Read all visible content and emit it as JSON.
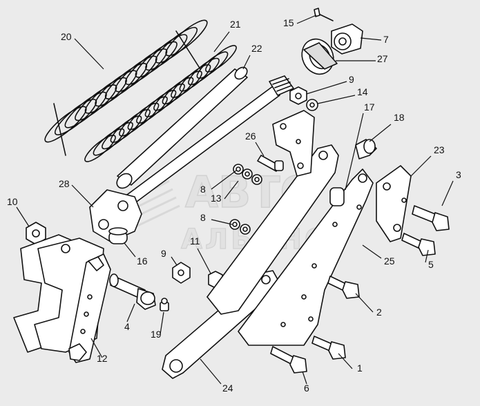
{
  "watermark": {
    "line1": "АВТО",
    "line2": "АЛЬЯНС"
  },
  "callouts": [
    {
      "label": "1"
    },
    {
      "label": "2"
    },
    {
      "label": "3"
    },
    {
      "label": "4"
    },
    {
      "label": "5"
    },
    {
      "label": "6"
    },
    {
      "label": "7"
    },
    {
      "label": "8"
    },
    {
      "label": "8"
    },
    {
      "label": "9"
    },
    {
      "label": "9"
    },
    {
      "label": "10"
    },
    {
      "label": "11"
    },
    {
      "label": "12"
    },
    {
      "label": "13"
    },
    {
      "label": "14"
    },
    {
      "label": "15"
    },
    {
      "label": "16"
    },
    {
      "label": "17"
    },
    {
      "label": "18"
    },
    {
      "label": "19"
    },
    {
      "label": "20"
    },
    {
      "label": "21"
    },
    {
      "label": "22"
    },
    {
      "label": "23"
    },
    {
      "label": "24"
    },
    {
      "label": "25"
    },
    {
      "label": "26"
    },
    {
      "label": "27"
    },
    {
      "label": "28"
    }
  ]
}
